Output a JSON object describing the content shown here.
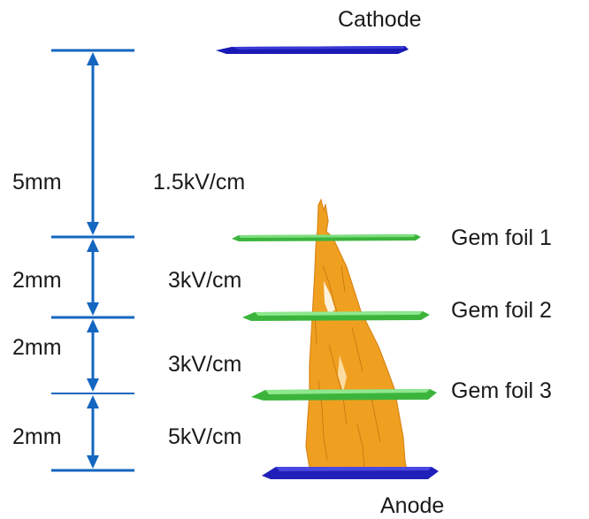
{
  "electrodes": {
    "cathode": "Cathode",
    "gem1": "Gem foil 1",
    "gem2": "Gem foil 2",
    "gem3": "Gem foil 3",
    "anode": "Anode"
  },
  "gaps": [
    {
      "distance": "5mm",
      "field": "1.5kV/cm"
    },
    {
      "distance": "2mm",
      "field": "3kV/cm"
    },
    {
      "distance": "2mm",
      "field": "3kV/cm"
    },
    {
      "distance": "2mm",
      "field": "5kV/cm"
    }
  ],
  "colors": {
    "dimension": "#1466c0",
    "cathode": "#1a1ab4",
    "gem_foil": "#3cb43c",
    "anode": "#2020b8",
    "avalanche": "#f0a020",
    "avalanche_stroke": "#d8861a"
  }
}
